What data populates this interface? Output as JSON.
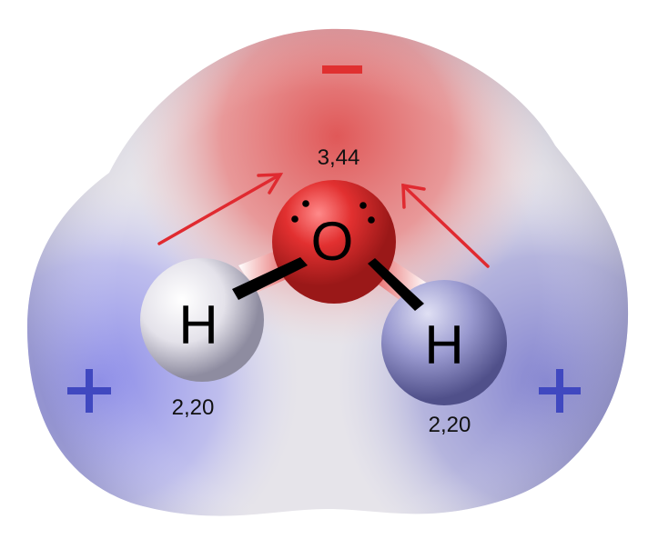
{
  "molecule": {
    "charge_negative": "−",
    "charge_positive_left": "+",
    "charge_positive_right": "+",
    "oxygen": {
      "symbol": "O",
      "electronegativity": "3,44"
    },
    "hydrogen_left": {
      "symbol": "H",
      "electronegativity": "2,20"
    },
    "hydrogen_right": {
      "symbol": "H",
      "electronegativity": "2,20"
    }
  },
  "colors": {
    "negative_region": "#e06060",
    "positive_region": "#7070d8",
    "neutral_region": "#e8e6ec",
    "oxygen_atom": "#e03030",
    "hydrogen_atom": "#f2f2f4",
    "arrow": "#e02a30",
    "negative_sign": "#e03030",
    "positive_sign": "#4048c0"
  }
}
